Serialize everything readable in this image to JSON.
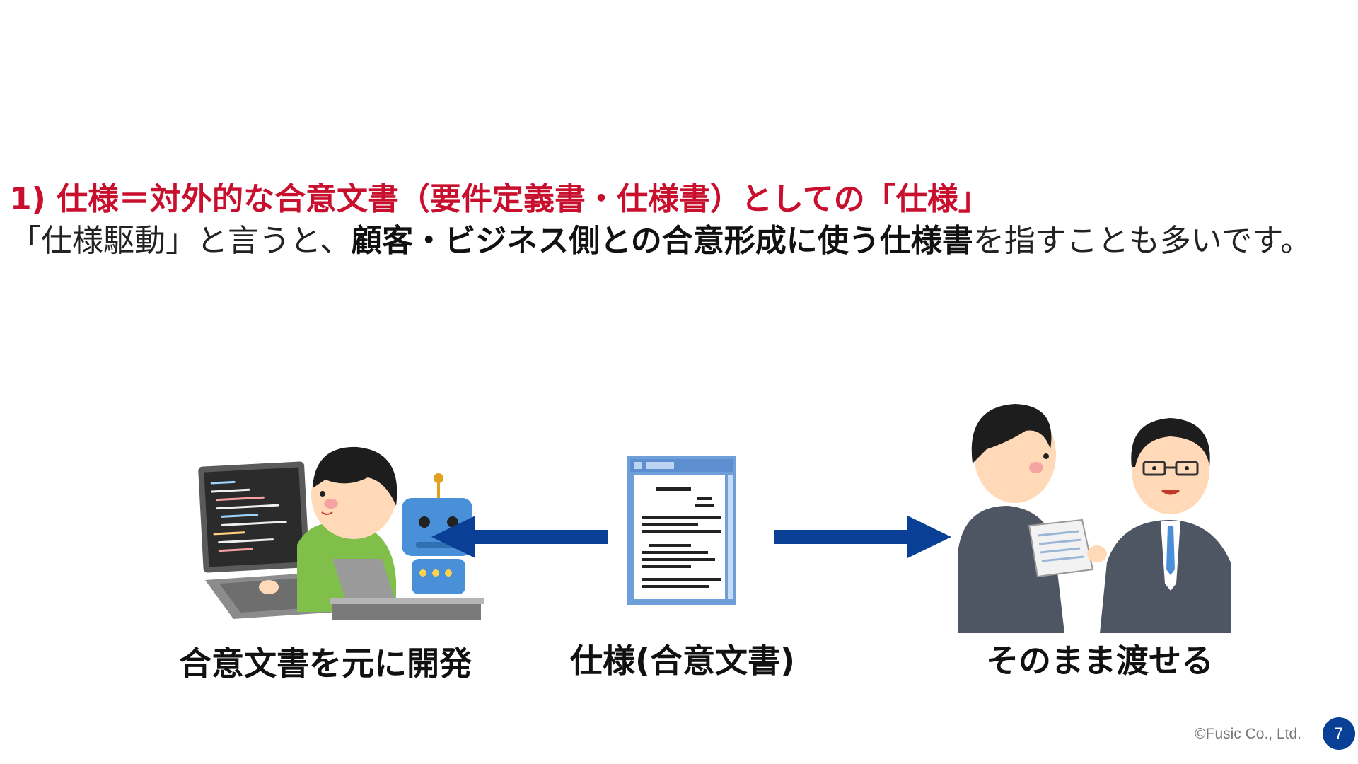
{
  "colors": {
    "accent_red": "#c8102e",
    "arrow_blue": "#0a3f96",
    "badge_blue": "#0a3f96"
  },
  "heading": {
    "text": "1) 仕様＝対外的な合意文書（要件定義書・仕様書）としての「仕様」"
  },
  "body": {
    "part1": "「仕様駆動」と言うと、",
    "part2_bold": "顧客・ビジネス側との合意形成に使う仕様書",
    "part3": "を指すことも多いです。"
  },
  "figure": {
    "left_caption": "合意文書を元に開発",
    "center_caption": "仕様(合意文書)",
    "right_caption": "そのまま渡せる",
    "left_icon": "developer-with-robot-illustration",
    "center_icon": "document-illustration",
    "right_icon": "handing-over-document-illustration"
  },
  "footer": {
    "copyright": "©Fusic Co., Ltd.",
    "page_number": "7"
  }
}
